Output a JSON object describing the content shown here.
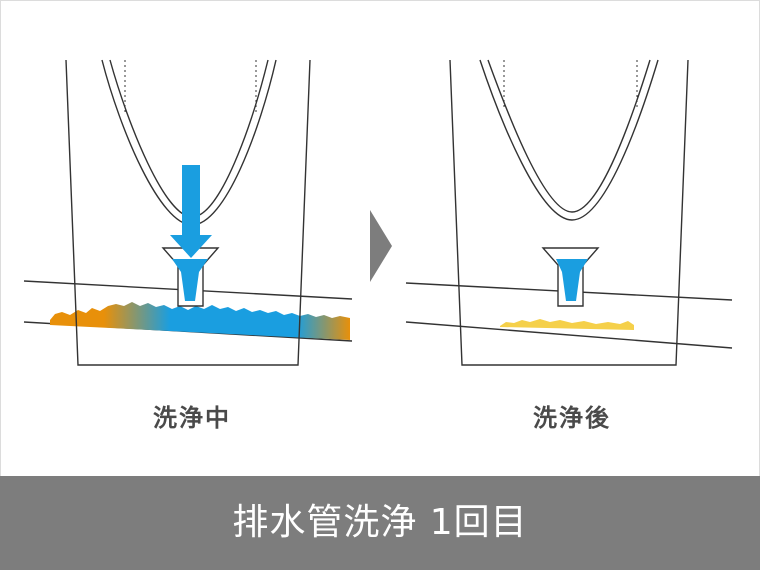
{
  "panels": {
    "during": {
      "caption": "洗浄中"
    },
    "after": {
      "caption": "洗浄後"
    }
  },
  "banner": {
    "title": "排水管洗浄 1回目"
  },
  "icons": {
    "flow_arrow": "arrow-down-icon",
    "transition_arrow": "chevron-right-icon"
  },
  "colors": {
    "water": "#1a9ee0",
    "debris_heavy": "#e8900a",
    "debris_light": "#f5d04a",
    "line": "#333333",
    "transition_arrow": "#7d7d7d",
    "banner_bg": "#7d7d7d"
  }
}
